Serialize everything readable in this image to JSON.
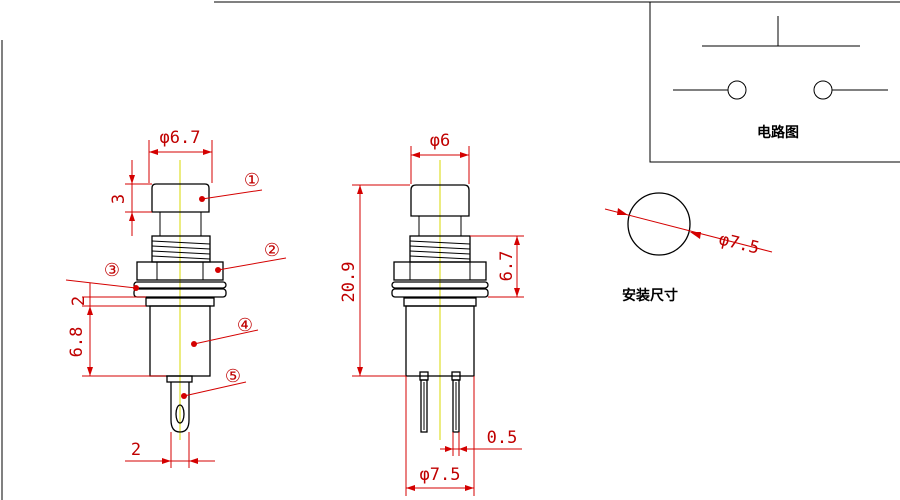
{
  "dimensions": {
    "front_cap_diameter": "φ6.7",
    "front_cap_height": "3",
    "front_flange_height": "2",
    "front_body_height": "6.8",
    "front_terminal_width": "2",
    "side_cap_diameter": "φ6",
    "side_total_height": "20.9",
    "side_thread_length": "6.7",
    "side_terminal_thickness": "0.5",
    "side_body_diameter": "φ7.5",
    "mount_hole_diameter": "φ7.5"
  },
  "callouts": {
    "c1": "①",
    "c2": "②",
    "c3": "③",
    "c4": "④",
    "c5": "⑤"
  },
  "labels": {
    "circuit_diagram": "电路图",
    "mounting_size": "安装尺寸"
  }
}
